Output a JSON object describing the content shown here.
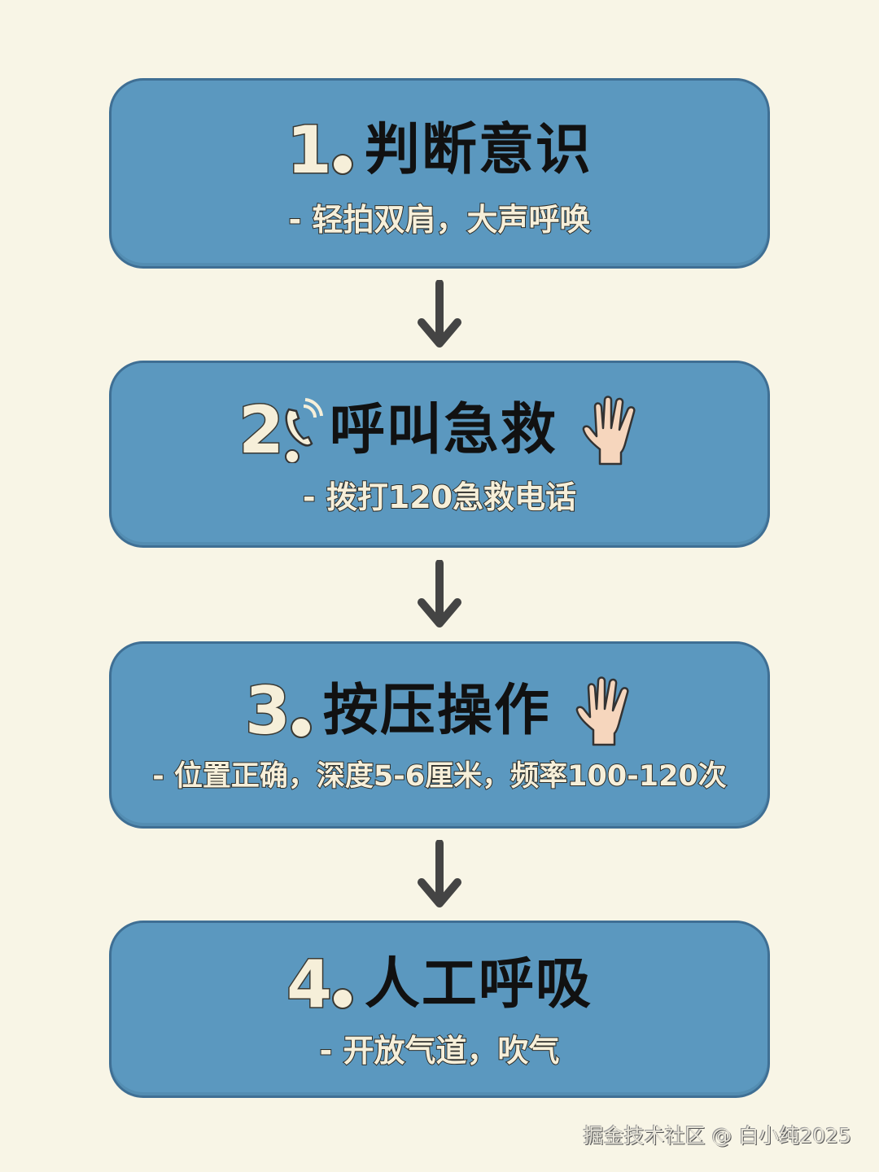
{
  "colors": {
    "background": "#f8f5e6",
    "card_fill": "#5b98bf",
    "card_border": "#3f6f94",
    "number_fill": "#f6efd9",
    "heading_text": "#111111",
    "arrow": "#444444"
  },
  "steps": [
    {
      "number": "1",
      "title": "判断意识",
      "description": "- 轻拍双肩，大声呼唤",
      "icons": []
    },
    {
      "number": "2",
      "title": "呼叫急救",
      "description": "- 拨打120急救电话",
      "icons": [
        "phone-icon",
        "hand-icon"
      ]
    },
    {
      "number": "3",
      "title": "按压操作",
      "description": "- 位置正确，深度5-6厘米，频率100-120次",
      "icons": [
        "hand-icon"
      ]
    },
    {
      "number": "4",
      "title": "人工呼吸",
      "description": "- 开放气道，吹气",
      "icons": []
    }
  ],
  "connectors": [
    "arrow-down-icon",
    "arrow-down-icon",
    "arrow-down-icon"
  ],
  "watermark": "掘金技术社区 @ 白小纯2025"
}
